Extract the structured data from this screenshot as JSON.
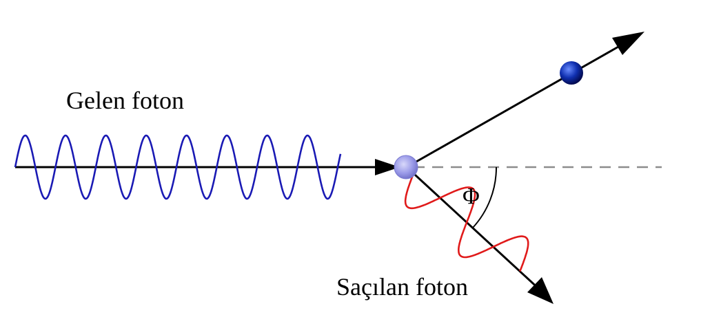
{
  "labels": {
    "incoming_photon": "Gelen foton",
    "scattered_photon": "Saçılan foton",
    "angle_symbol": "Φ"
  },
  "colors": {
    "incoming_wave": "#1a1ab4",
    "scattered_wave": "#e01a1a",
    "arrows": "#000000",
    "reference_line": "#8c8c8c",
    "target_particle": "#9a9ae8",
    "scattered_electron": "#0a2a9a"
  },
  "icons": {
    "target": "target-particle-icon",
    "electron": "electron-icon"
  }
}
